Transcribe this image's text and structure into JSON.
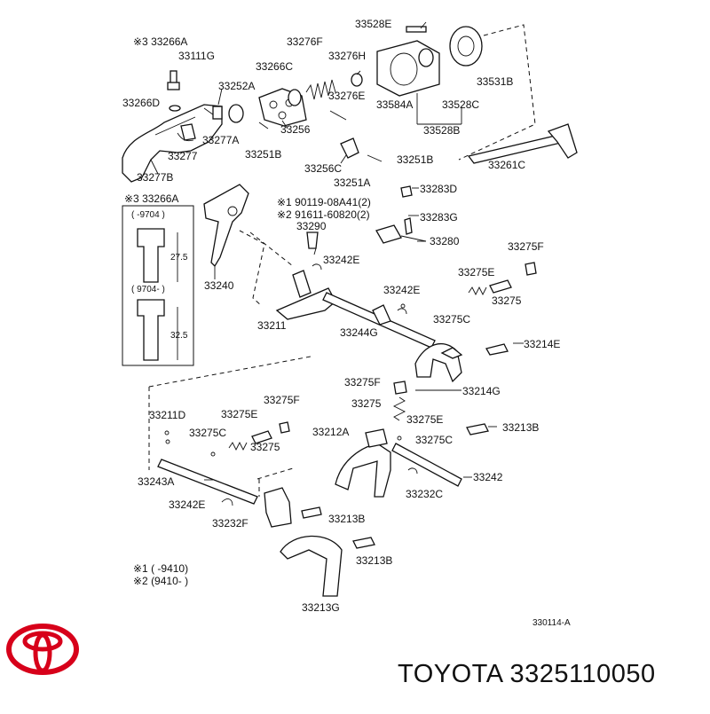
{
  "brand": {
    "name_number": "TOYOTA 3325110050",
    "logo_color": "#d7001a",
    "logo_icon": "toyota-logo"
  },
  "diagram_code": "330114-A",
  "footnotes": {
    "note1": "※1 (        -9410)",
    "note2": "※2 (9410-          )"
  },
  "inset": {
    "label": "※3 33266A",
    "top_range": "(     -9704 )",
    "top_dim": "27.5",
    "bottom_range": "( 9704-      )",
    "bottom_dim": "32.5"
  },
  "parts": {
    "p33266A": "※3 33266A",
    "p33111G": "33111G",
    "p33276F": "33276F",
    "p33528E": "33528E",
    "p33276H": "33276H",
    "p33266C": "33266C",
    "p33252A": "33252A",
    "p33276E": "33276E",
    "p33266D": "33266D",
    "p33584A": "33584A",
    "p33528C": "33528C",
    "p33531B": "33531B",
    "p33528B": "33528B",
    "p33256": "33256",
    "p33277A": "33277A",
    "p33277": "33277",
    "p33251B_a": "33251B",
    "p33256C": "33256C",
    "p33251B_b": "33251B",
    "p33261C": "33261C",
    "p33277B": "33277B",
    "p33251A": "33251A",
    "p33283D": "33283D",
    "p90119": "※1 90119-08A41(2)",
    "p91611": "※2 91611-60820(2)",
    "p33283G": "33283G",
    "p33290": "33290",
    "p33280": "33280",
    "p33275F_a": "33275F",
    "p33242E_a": "33242E",
    "p33275E_a": "33275E",
    "p33240": "33240",
    "p33242E_b": "33242E",
    "p33275_a": "33275",
    "p33211": "33211",
    "p33275C_a": "33275C",
    "p33244G": "33244G",
    "p33214E": "33214E",
    "p33275F_b": "33275F",
    "p33214G": "33214G",
    "p33275F_c": "33275F",
    "p33211D": "33211D",
    "p33275E_b": "33275E",
    "p33275_b": "33275",
    "p33275E_c": "33275E",
    "p33275C_b": "33275C",
    "p33212A": "33212A",
    "p33213B_a": "33213B",
    "p33275_c": "33275",
    "p33275C_c": "33275C",
    "p33243A": "33243A",
    "p33242": "33242",
    "p33232C": "33232C",
    "p33242E_c": "33242E",
    "p33213B_b": "33213B",
    "p33232F": "33232F",
    "p33213B_c": "33213B",
    "p33213G": "33213G"
  }
}
